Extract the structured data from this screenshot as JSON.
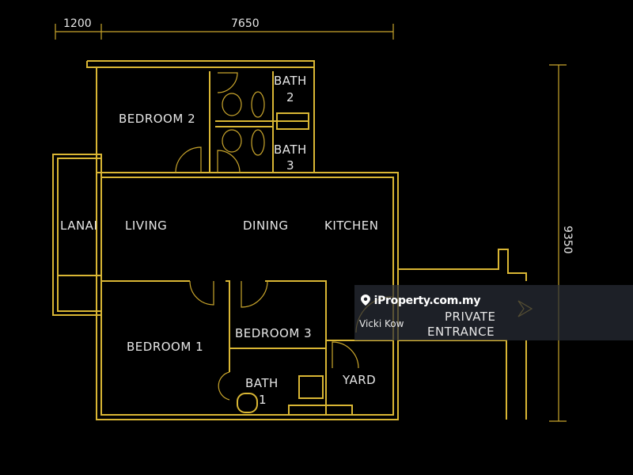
{
  "dimensions": {
    "top_left": "1200",
    "top_main": "7650",
    "right": "9350"
  },
  "rooms": {
    "bedroom2": "BEDROOM 2",
    "bath2_line1": "BATH",
    "bath2_line2": "2",
    "bath3_line1": "BATH",
    "bath3_line2": "3",
    "lanai": "LANAI",
    "living": "LIVING",
    "dining": "DINING",
    "kitchen": "KITCHEN",
    "bedroom1": "BEDROOM 1",
    "bedroom3": "BEDROOM 3",
    "bath1_line1": "BATH",
    "bath1_line2": "1",
    "yard": "YARD",
    "entrance_line1": "PRIVATE",
    "entrance_line2": "ENTRANCE"
  },
  "watermark": {
    "brand": "iProperty.com.my",
    "user": "Vicki Kow",
    "icon": "map-pin-icon"
  },
  "colors": {
    "walls": "#d9b634",
    "labels": "#e6e6e6",
    "background": "#000000"
  }
}
